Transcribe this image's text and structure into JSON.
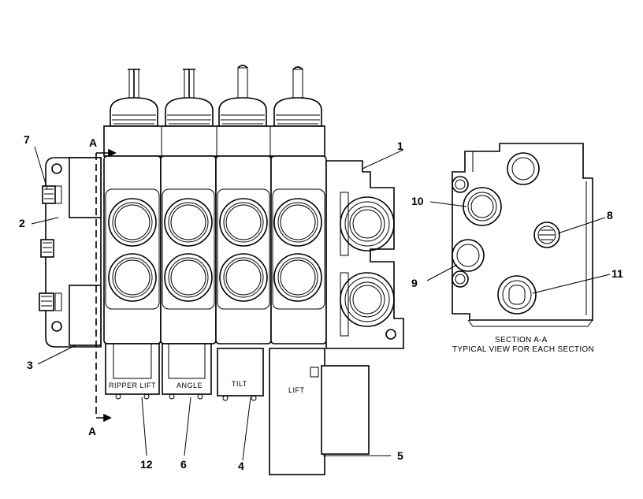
{
  "callouts": {
    "c1": "1",
    "c2": "2",
    "c3": "3",
    "c4": "4",
    "c5": "5",
    "c6": "6",
    "c7": "7",
    "c8": "8",
    "c9": "9",
    "c10": "10",
    "c11": "11",
    "c12": "12"
  },
  "section_markers": {
    "top": "A",
    "bottom": "A"
  },
  "control_labels": {
    "ripper_lift": "RIPPER LIFT",
    "angle": "ANGLE",
    "tilt": "TILT",
    "lift": "LIFT"
  },
  "section_view": {
    "title": "SECTION A-A",
    "caption": "TYPICAL VIEW FOR EACH SECTION"
  }
}
